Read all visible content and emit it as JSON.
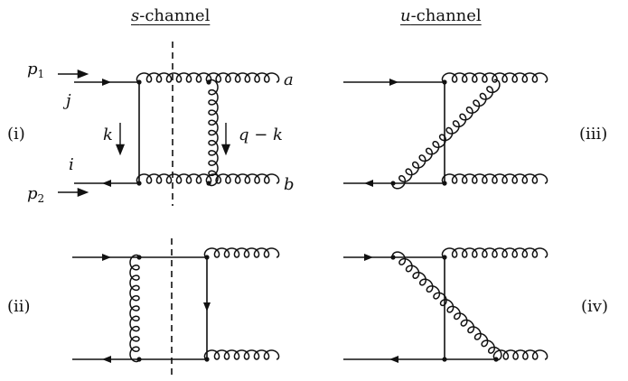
{
  "headers": {
    "s_channel": {
      "letter": "s",
      "rest": "-channel"
    },
    "u_channel": {
      "letter": "u",
      "rest": "-channel"
    }
  },
  "panels": {
    "i": "(i)",
    "ii": "(ii)",
    "iii": "(iii)",
    "iv": "(iv)"
  },
  "momenta": {
    "p": "p",
    "p1_sub": "1",
    "p2_sub": "2",
    "k": "k",
    "q_minus_k": "q − k"
  },
  "indices": {
    "j": "j",
    "i": "i",
    "a": "a",
    "b": "b"
  },
  "colors": {
    "ink": "#111111"
  }
}
